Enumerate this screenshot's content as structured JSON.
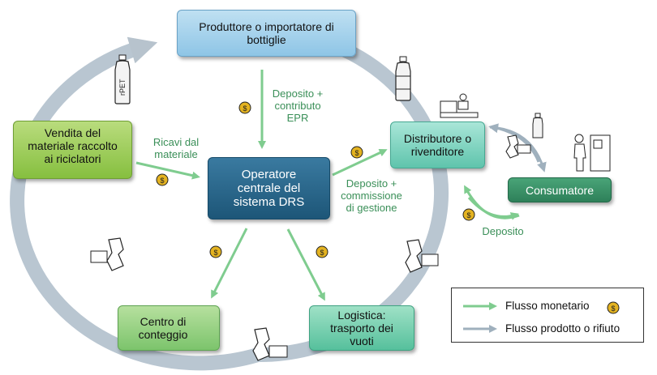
{
  "nodes": {
    "producer": [
      "Produttore o importatore di",
      "bottiglie"
    ],
    "distributor": [
      "Distributore o",
      "rivenditore"
    ],
    "drs_operator": [
      "Operatore",
      "centrale del",
      "sistema DRS"
    ],
    "sale": [
      "Vendita del",
      "materiale raccolto",
      "ai riciclatori"
    ],
    "consumer": "Consumatore",
    "counting": [
      "Centro di",
      "conteggio"
    ],
    "logistics": [
      "Logistica:",
      "trasporto dei",
      "vuoti"
    ]
  },
  "labels": {
    "deposit_epr": [
      "Deposito +",
      "contributo",
      "EPR"
    ],
    "revenues": [
      "Ricavi dal",
      "materiale"
    ],
    "deposit_fee": [
      "Deposito +",
      "commissione",
      "di gestione"
    ],
    "deposit": "Deposito",
    "rpet": "rPET",
    "coin": "$"
  },
  "legend": {
    "money": "Flusso monetario",
    "product": "Flusso prodotto o rifiuto"
  },
  "colors": {
    "money_arrow": "#7fcc8f",
    "product_arrow": "#a9b7c3",
    "coin": "#e4b321"
  }
}
